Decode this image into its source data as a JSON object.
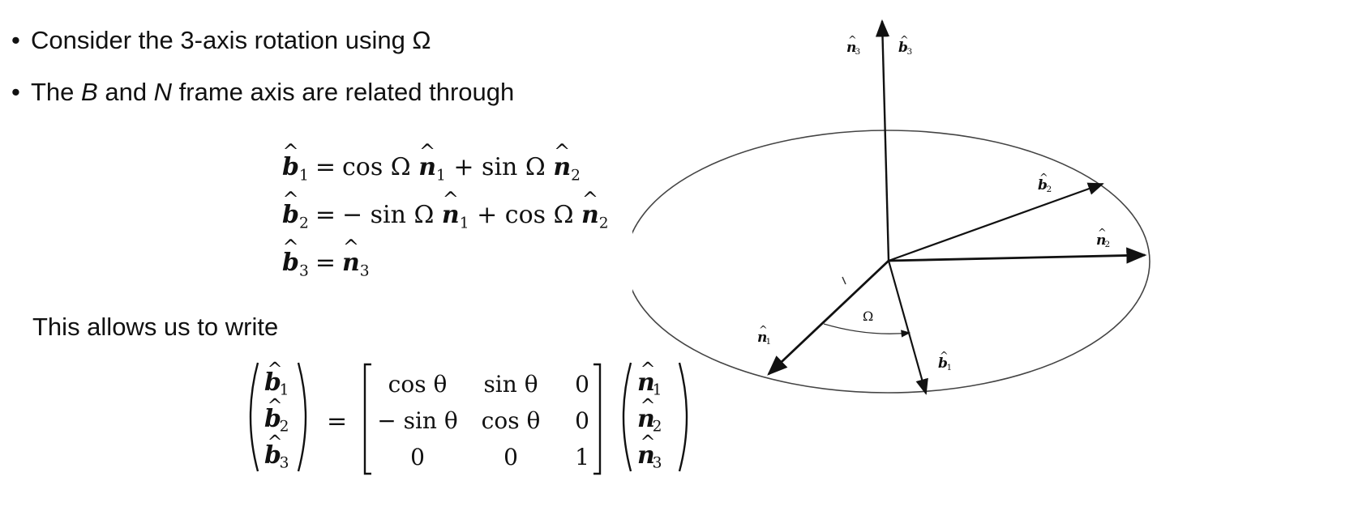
{
  "bullets": [
    {
      "prefix": "Consider the 3-axis rotation using ",
      "symbol": "Ω"
    },
    {
      "t1": "The ",
      "B": "B",
      "t2": " and ",
      "N": "N",
      "t3": " frame axis are related through"
    }
  ],
  "equations": [
    {
      "lhs_base": "b",
      "lhs_sub": "1",
      "rhs": [
        {
          "text": "cos Ω "
        },
        {
          "hat": "n",
          "sub": "1"
        },
        {
          "text": " + sin Ω "
        },
        {
          "hat": "n",
          "sub": "2"
        }
      ]
    },
    {
      "lhs_base": "b",
      "lhs_sub": "2",
      "rhs": [
        {
          "text": "− sin Ω "
        },
        {
          "hat": "n",
          "sub": "1"
        },
        {
          "text": " + cos Ω "
        },
        {
          "hat": "n",
          "sub": "2"
        }
      ]
    },
    {
      "lhs_base": "b",
      "lhs_sub": "3",
      "rhs": [
        {
          "hat": "n",
          "sub": "3"
        }
      ]
    }
  ],
  "equals": "=",
  "allows_text": "This allows us to write",
  "matrix_equation": {
    "left_vector": [
      {
        "base": "b",
        "sub": "1"
      },
      {
        "base": "b",
        "sub": "2"
      },
      {
        "base": "b",
        "sub": "3"
      }
    ],
    "equals": "=",
    "matrix": [
      [
        "cos θ",
        "sin θ",
        "0"
      ],
      [
        "− sin θ",
        "cos θ",
        "0"
      ],
      [
        "0",
        "0",
        "1"
      ]
    ],
    "right_vector": [
      {
        "base": "n",
        "sub": "1"
      },
      {
        "base": "n",
        "sub": "2"
      },
      {
        "base": "n",
        "sub": "3"
      }
    ]
  },
  "diagram": {
    "axis_labels": {
      "n3": {
        "base": "n",
        "sub": "3"
      },
      "b3": {
        "base": "b",
        "sub": "3"
      },
      "b2": {
        "base": "b",
        "sub": "2"
      },
      "n2": {
        "base": "n",
        "sub": "2"
      },
      "n1": {
        "base": "n",
        "sub": "1"
      },
      "b1": {
        "base": "b",
        "sub": "1"
      }
    },
    "angle_label": "Ω"
  }
}
